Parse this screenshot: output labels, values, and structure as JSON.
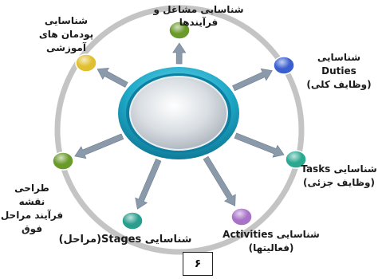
{
  "center": {
    "label": ""
  },
  "nodes": [
    {
      "id": "occupation",
      "lines": [
        "شناسایی مشاغل و",
        "فرآیندها"
      ],
      "color": "#6a9a2a"
    },
    {
      "id": "duties",
      "lines": [
        "شناسایی",
        "Duties",
        "(وظایف کلی)"
      ],
      "color": "#3a5fd0"
    },
    {
      "id": "tasks",
      "lines": [
        "شناسایی Tasks",
        "(وظایف جزئی)"
      ],
      "color": "#2aa890"
    },
    {
      "id": "activities",
      "lines": [
        "شناسایی Activities",
        "(فعالیتها)"
      ],
      "color": "#a872c8"
    },
    {
      "id": "stages",
      "lines": [
        "شناسایی Stages(مراحل)"
      ],
      "color": "#2a9e8e"
    },
    {
      "id": "process-map",
      "lines": [
        "طراحی نقشه",
        "فرآیند مراحل",
        "فوق"
      ],
      "color": "#6a9a2a"
    },
    {
      "id": "modules",
      "lines": [
        "شناسایی",
        "پودمان های",
        "آموزشی"
      ],
      "color": "#e0c030"
    }
  ],
  "page_number": "۶"
}
